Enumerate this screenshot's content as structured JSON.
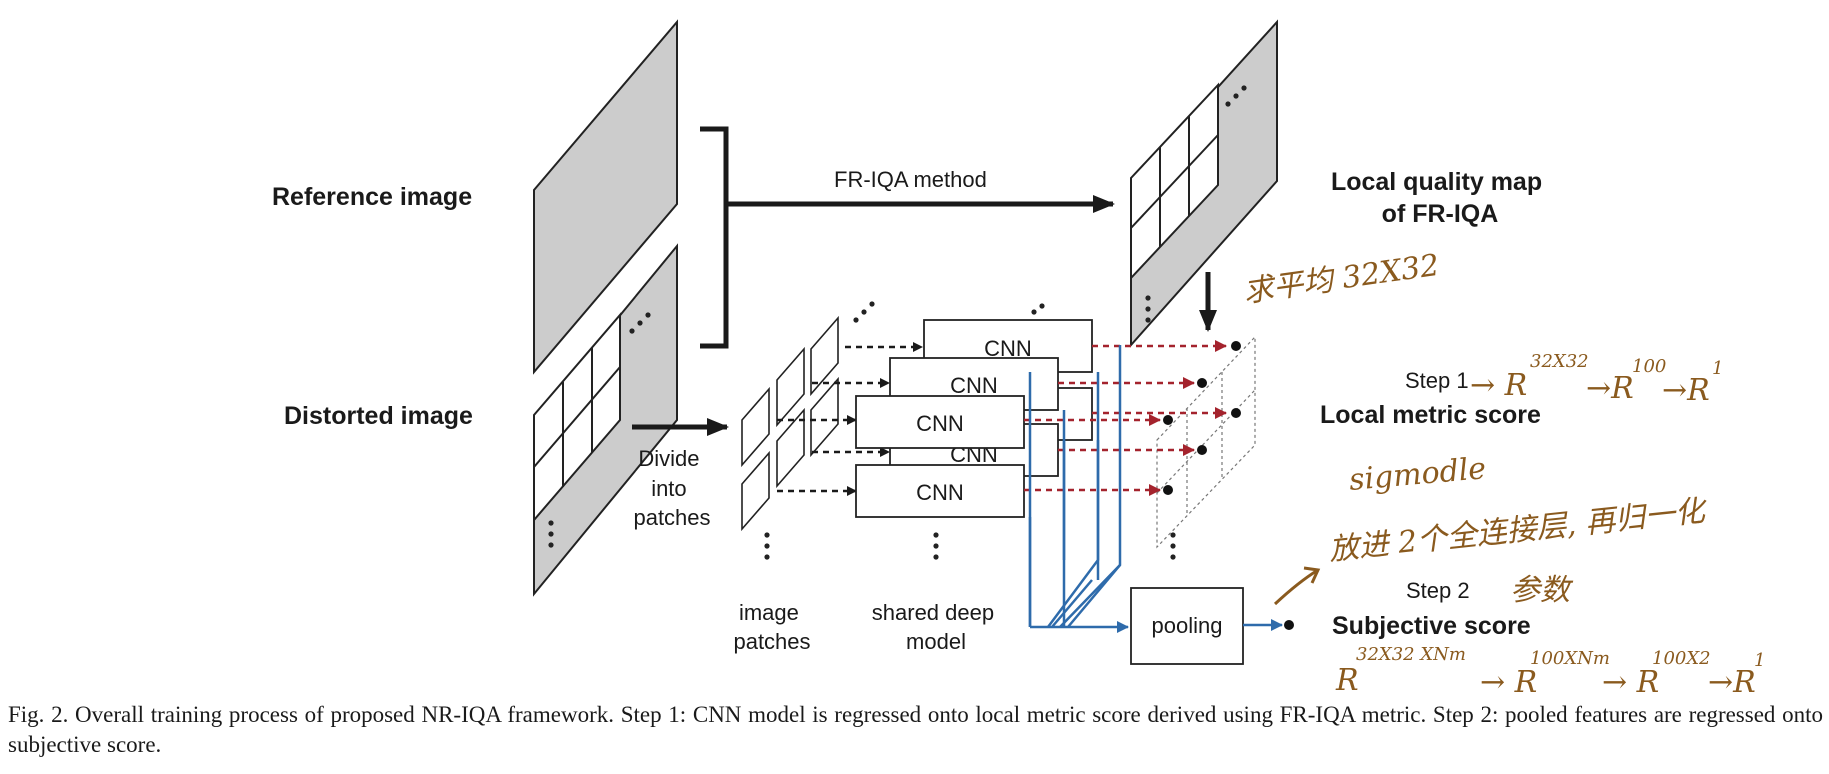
{
  "labels": {
    "reference_image": "Reference image",
    "distorted_image": "Distorted image",
    "fr_iqa_method": "FR-IQA method",
    "local_quality_map_line1": "Local quality map",
    "local_quality_map_line2": "of FR-IQA",
    "divide_line1": "Divide",
    "divide_line2": "into",
    "divide_line3": "patches",
    "image_patches_line1": "image",
    "image_patches_line2": "patches",
    "shared_model_line1": "shared deep",
    "shared_model_line2": "model",
    "cnn": "CNN",
    "pooling": "pooling",
    "step1": "Step 1",
    "local_metric_score": "Local metric score",
    "step2": "Step 2",
    "subjective_score": "Subjective score"
  },
  "handwritten": {
    "note_top": "求平均 32X32",
    "step1_chain_a": "→ R",
    "step1_sup_a": "32X32",
    "step1_chain_b": "→R",
    "step1_sup_b": "100",
    "step1_chain_c": "→R",
    "step1_sup_c": "1",
    "sigmoid": "sigmodle",
    "fc_note_line1": "放进 2个全连接层, 再归一化",
    "fc_note_line2": "参数",
    "bottom_chain_a": "R",
    "bottom_sup_a": "32X32 XNm",
    "bottom_chain_b": "→ R",
    "bottom_sup_b": "100XNm",
    "bottom_chain_c": "→ R",
    "bottom_sup_c": "100X2",
    "bottom_chain_d": "→R",
    "bottom_sup_d": "1"
  },
  "caption": "Fig. 2.  Overall training process of proposed NR-IQA framework. Step 1: CNN model is regressed onto local metric score derived using FR-IQA metric. Step 2: pooled features are regressed onto subjective score.",
  "colors": {
    "image_fill": "#cccccc",
    "red_arrow": "#a4232d",
    "blue_arrow": "#2e6bab",
    "ink": "#1a1a1a",
    "handwriting": "#8a5a1e"
  }
}
